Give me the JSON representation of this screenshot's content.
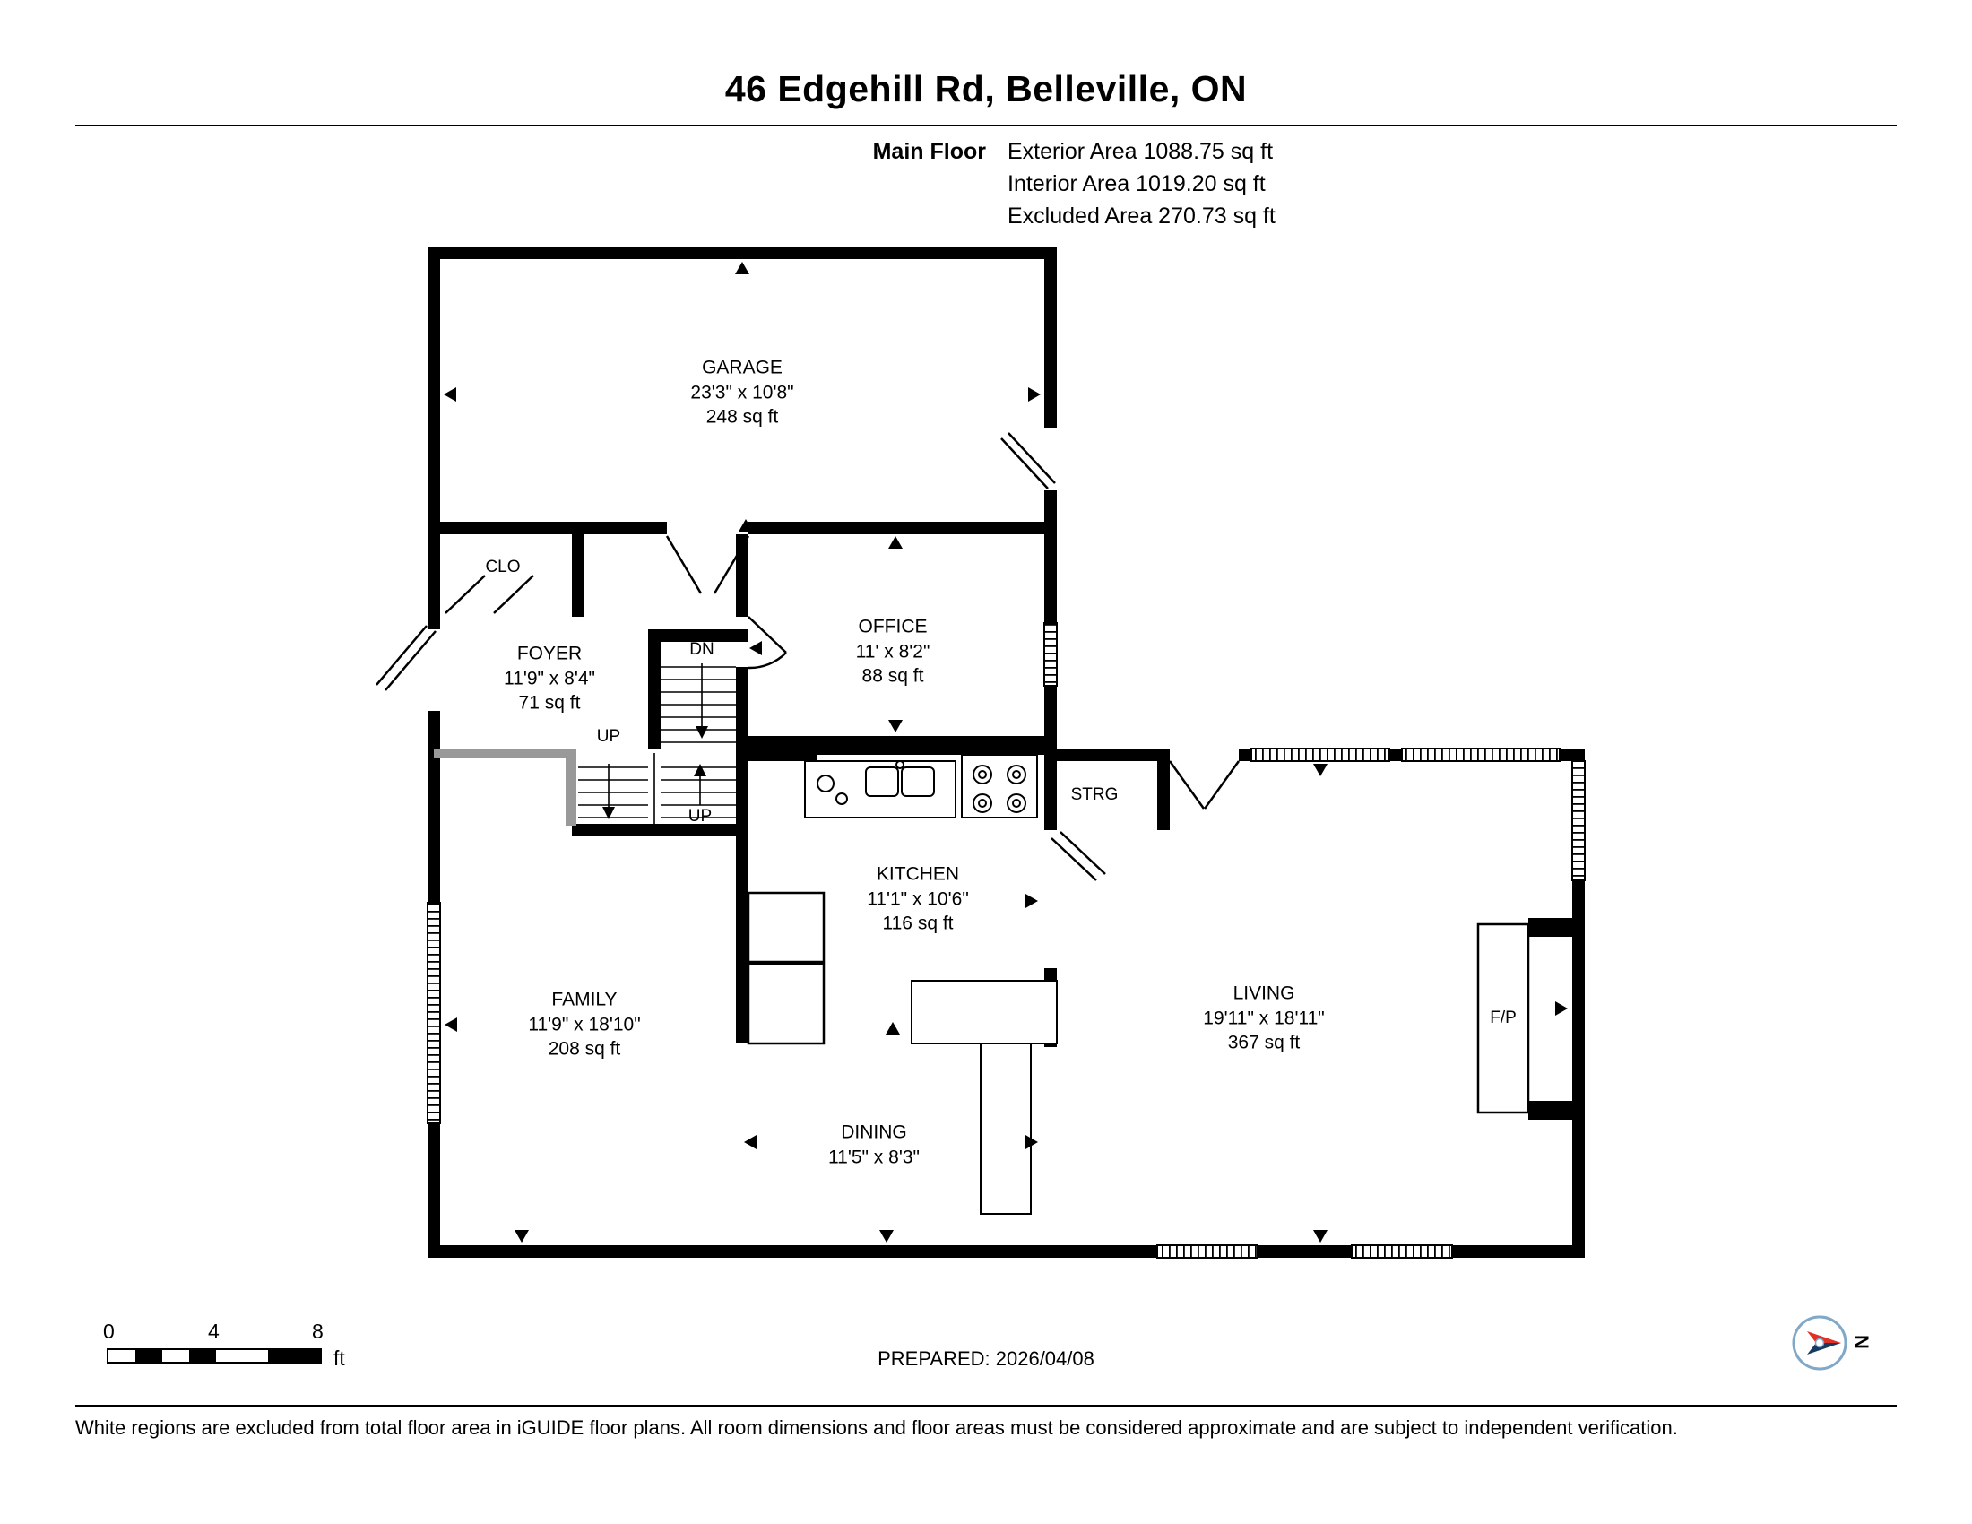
{
  "header": {
    "address": "46 Edgehill Rd, Belleville, ON",
    "floor_label": "Main Floor",
    "exterior_area": "Exterior Area 1088.75 sq ft",
    "interior_area": "Interior Area 1019.20 sq ft",
    "excluded_area": "Excluded Area 270.73 sq ft"
  },
  "rooms": {
    "garage": {
      "name": "GARAGE",
      "dims": "23'3\" x 10'8\"",
      "area": "248 sq ft"
    },
    "clo": {
      "name": "CLO"
    },
    "foyer": {
      "name": "FOYER",
      "dims": "11'9\" x 8'4\"",
      "area": "71 sq ft"
    },
    "office": {
      "name": "OFFICE",
      "dims": "11' x 8'2\"",
      "area": "88 sq ft"
    },
    "kitchen": {
      "name": "KITCHEN",
      "dims": "11'1\" x 10'6\"",
      "area": "116 sq ft"
    },
    "strg": {
      "name": "STRG"
    },
    "family": {
      "name": "FAMILY",
      "dims": "11'9\" x 18'10\"",
      "area": "208 sq ft"
    },
    "living": {
      "name": "LIVING",
      "dims": "19'11\" x 18'11\"",
      "area": "367 sq ft"
    },
    "dining": {
      "name": "DINING",
      "dims": "11'5\" x 8'3\""
    },
    "fireplace": {
      "name": "F/P"
    }
  },
  "stairs": {
    "dn": "DN",
    "up1": "UP",
    "up2": "UP"
  },
  "footer": {
    "scale": {
      "t0": "0",
      "t4": "4",
      "t8": "8",
      "unit": "ft"
    },
    "prepared": "PREPARED: 2026/04/08",
    "compass_north": "N",
    "disclaimer": "White regions are excluded from total floor area in iGUIDE floor plans. All room dimensions and floor areas must be considered approximate and are subject to independent verification."
  },
  "colors": {
    "wall": "#000000",
    "rail_gray": "#999999",
    "compass_ring": "#7fa8c9",
    "compass_red": "#e03127",
    "compass_navy": "#173a5e"
  }
}
